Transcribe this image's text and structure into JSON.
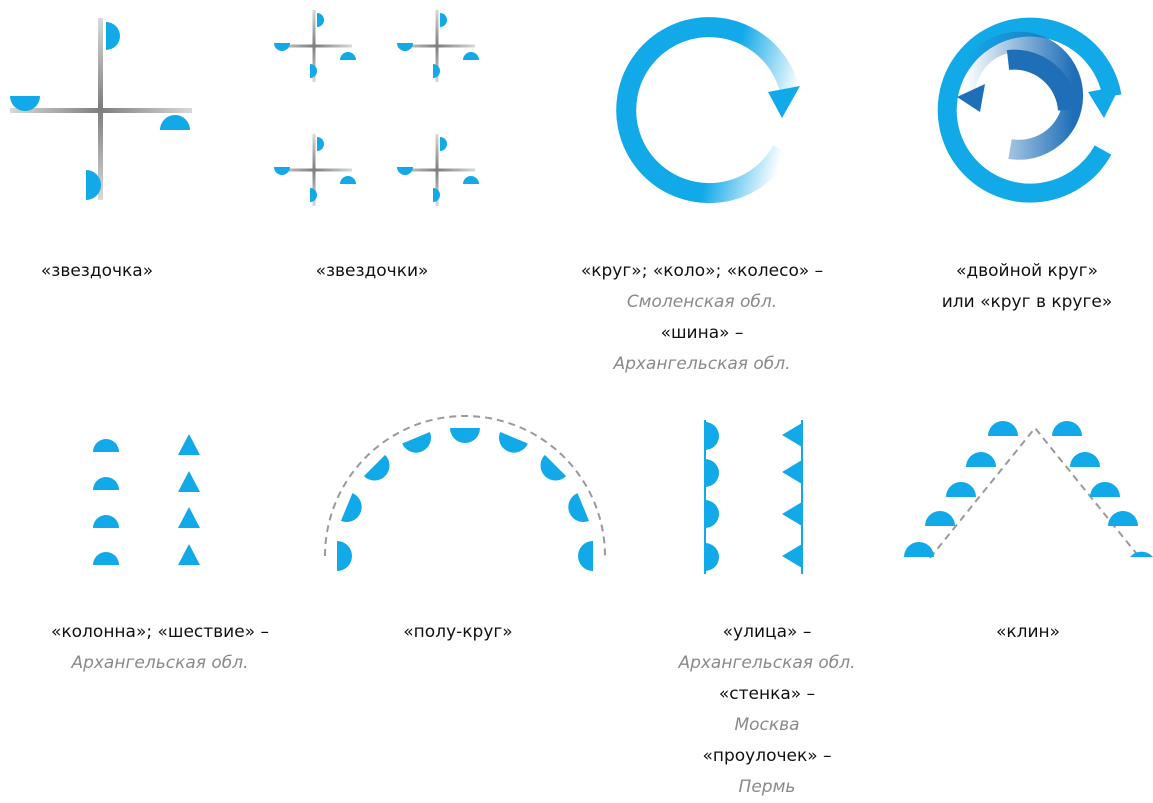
{
  "colors": {
    "accent": "#12a9e8",
    "accent_dark": "#1f6fb8",
    "line": "#8f8f8f",
    "guide": "#9a9a9a",
    "text": "#111111",
    "region": "#8a8a8a"
  },
  "figures": {
    "zvezdochka": {
      "name": "«звездочка»"
    },
    "zvezdochki": {
      "name": "«звездочки»"
    },
    "krug": {
      "name": "«круг»; «коло»; «колесо» –",
      "region": "Смоленская обл.",
      "alt_name": "«шина» –",
      "alt_region": "Архангельская обл."
    },
    "dvoinoi_krug": {
      "name": "«двойной круг»",
      "alt_name": "или «круг в круге»"
    },
    "kolonna": {
      "name": "«колонна»; «шествие» –",
      "region": "Архангельская обл."
    },
    "polu_krug": {
      "name": "«полу-круг»"
    },
    "ulitsa": {
      "name": "«улица» –",
      "region": "Архангельская обл.",
      "alt_name": "«стенка» –",
      "alt_region": "Москва",
      "alt_name_2": "«проулочек» –",
      "alt_region_2": "Пермь"
    },
    "klin": {
      "name": "«клин»"
    }
  }
}
